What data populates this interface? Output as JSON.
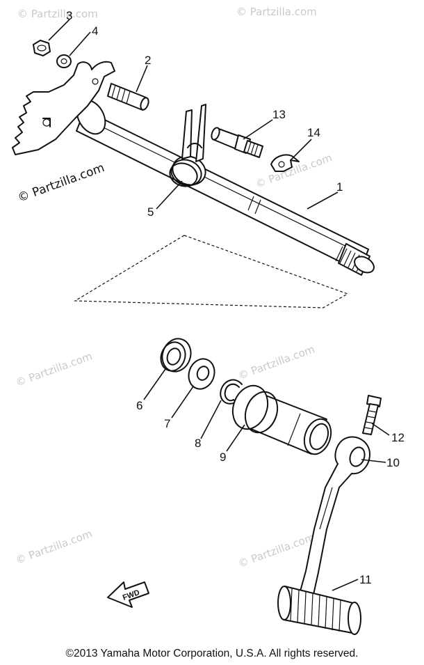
{
  "watermark": "© Partzilla.com",
  "fwd_label": "FWD",
  "copyright": "©2013  Yamaha Motor Corporation, U.S.A. All rights reserved.",
  "callouts": {
    "p1": "1",
    "p2": "2",
    "p3": "3",
    "p4": "4",
    "p5": "5",
    "p6": "6",
    "p7": "7",
    "p8": "8",
    "p9": "9",
    "p10": "10",
    "p11": "11",
    "p12": "12",
    "p13": "13",
    "p14": "14"
  }
}
